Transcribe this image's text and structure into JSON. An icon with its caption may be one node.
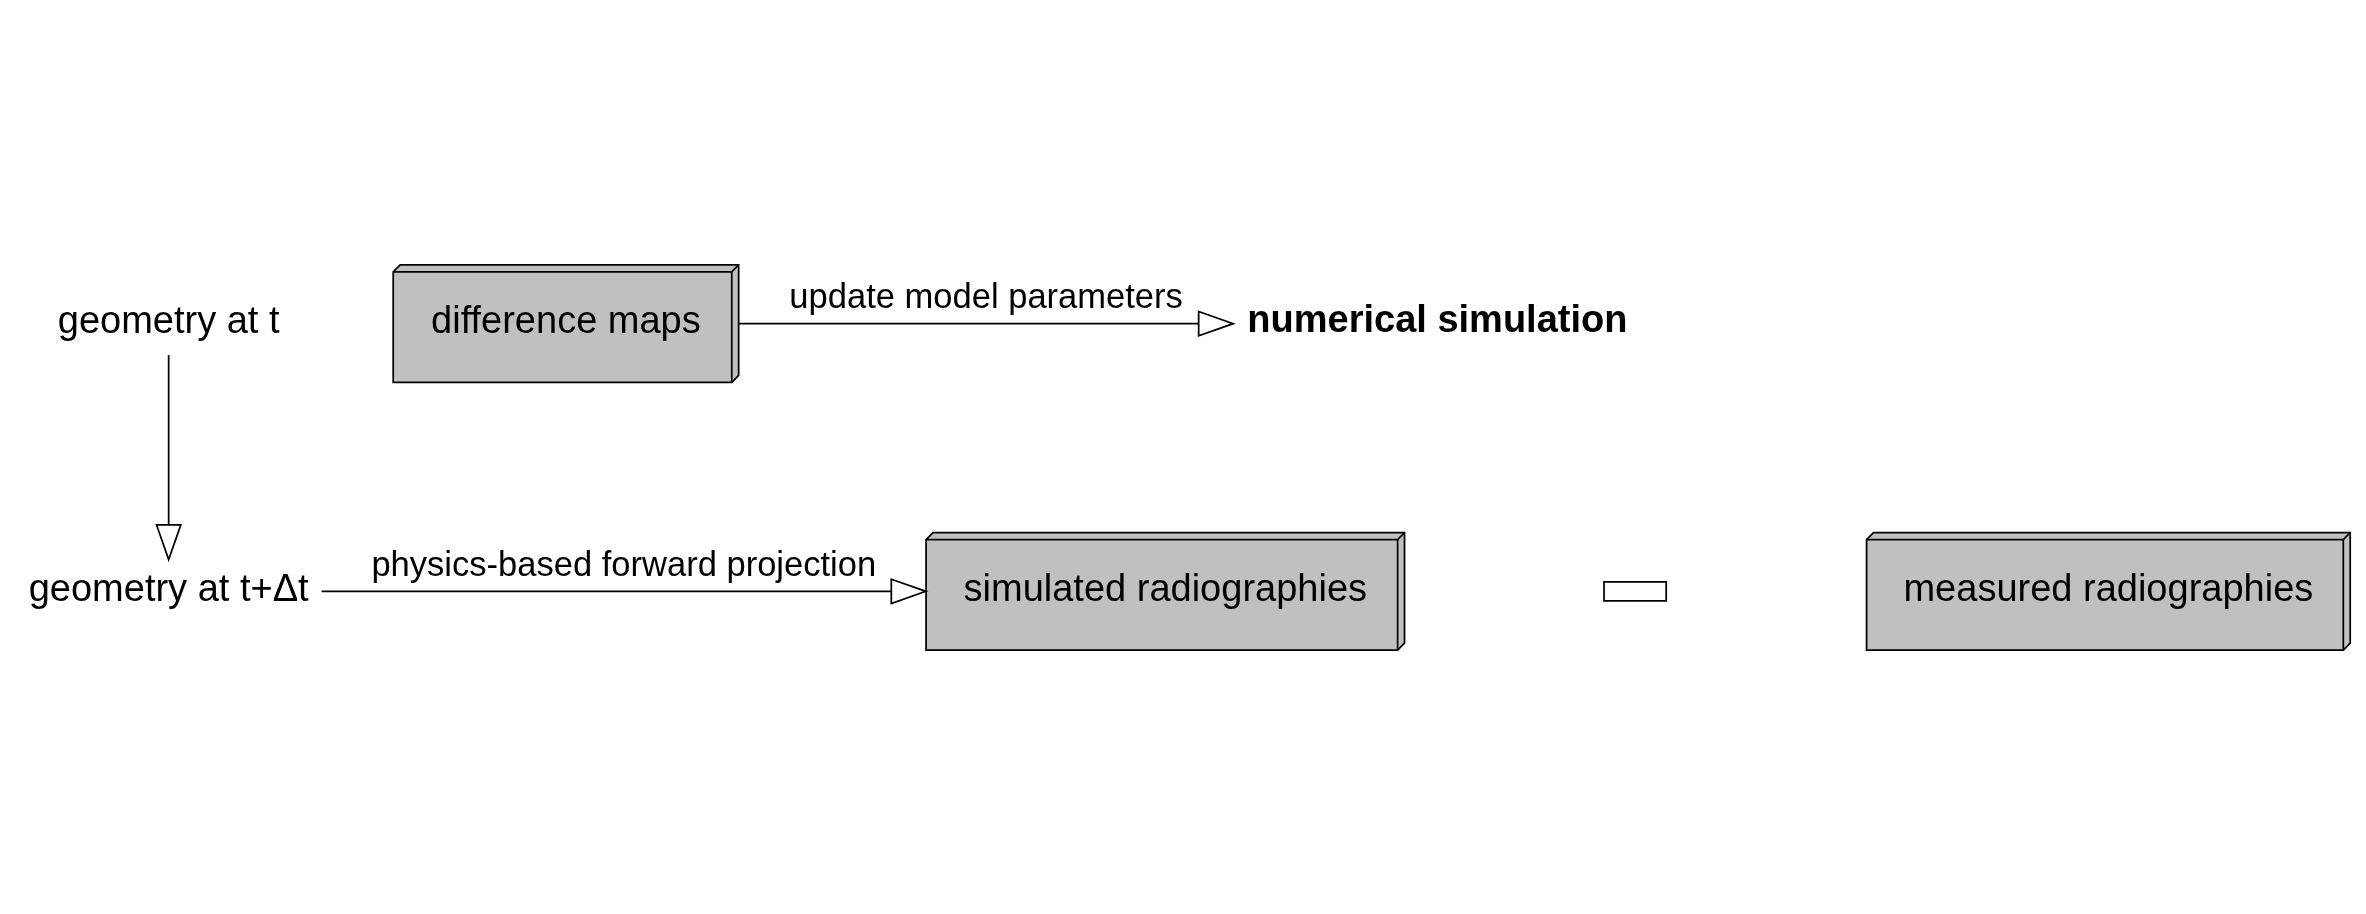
{
  "diagram": {
    "nodes": [
      {
        "text": [
          "geometry at t"
        ]
      },
      {
        "text": [
          "geometry at t+Δt"
        ]
      },
      {
        "text": [
          "numerical simulation"
        ]
      },
      {
        "text": [
          "difference maps"
        ]
      },
      {
        "text": [
          "simulated radiographies"
        ]
      },
      {
        "text": [
          "measured radiographies"
        ]
      },
      {
        "text": [],
        "shape": "bar"
      }
    ],
    "edges": [
      {
        "from": 0,
        "to": 1,
        "arrow": "to"
      },
      {
        "from": 3,
        "to": 2,
        "arrow": "to",
        "label": "update model parameters"
      },
      {
        "from": 1,
        "to": 4,
        "arrow": "to",
        "label": "physics-based forward projection"
      }
    ]
  }
}
